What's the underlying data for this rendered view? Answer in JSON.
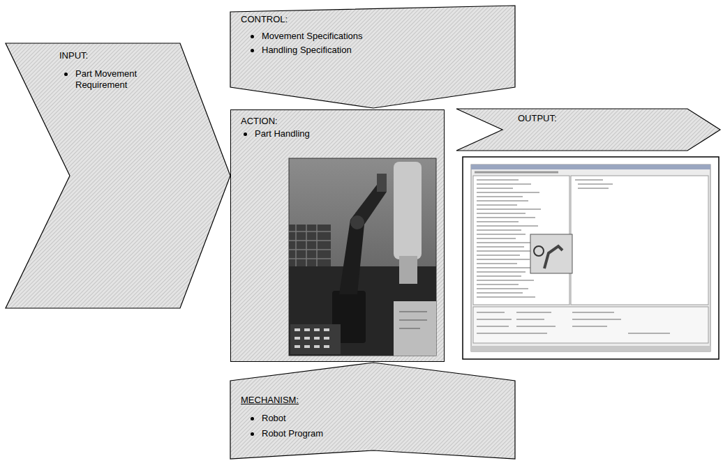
{
  "diagram": {
    "nodes": [
      {
        "text": [
          "CONTROL:",
          "Movement Specifications",
          "Handling Specification"
        ]
      },
      {
        "text": [
          "INPUT:",
          "Part Movement Requirement"
        ]
      },
      {
        "text": [
          "ACTION:",
          "Part Handling"
        ]
      },
      {
        "text": [
          "OUTPUT:"
        ]
      },
      {
        "text": [
          "MECHANISM:",
          "Robot",
          "Robot Program"
        ]
      }
    ]
  }
}
